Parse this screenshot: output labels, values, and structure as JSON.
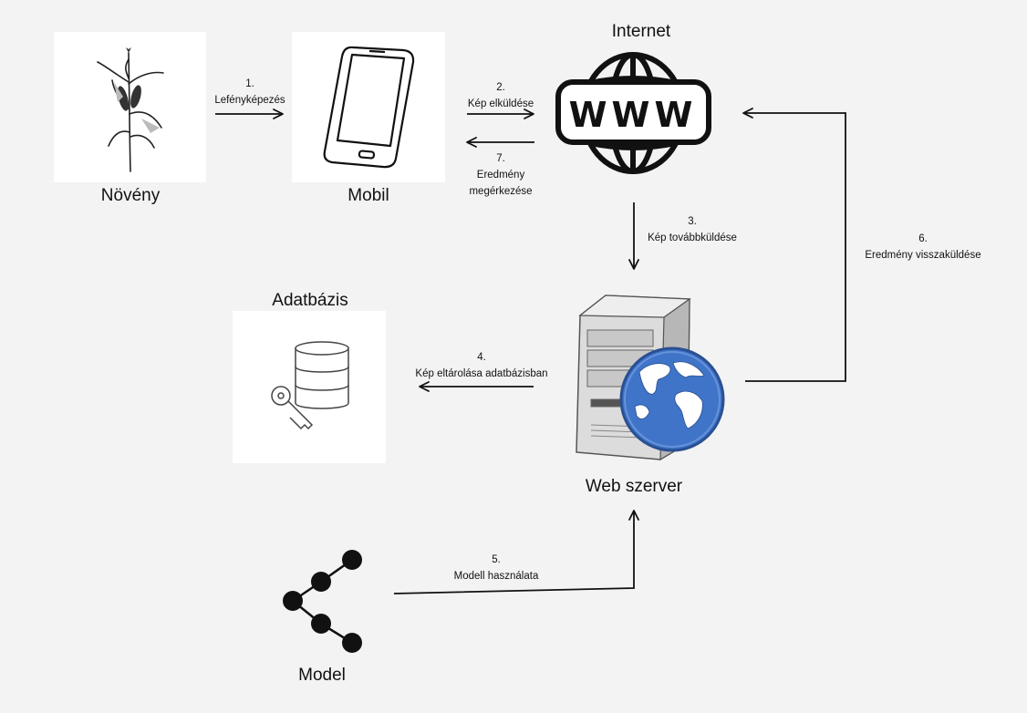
{
  "nodes": {
    "plant": "Növény",
    "mobile": "Mobil",
    "internet": "Internet",
    "database": "Adatbázis",
    "server": "Web szerver",
    "model": "Model"
  },
  "www_text": "WWW",
  "steps": [
    {
      "num": "1.",
      "label": "Lefényképezés"
    },
    {
      "num": "2.",
      "label": "Kép elküldése"
    },
    {
      "num": "3.",
      "label": "Kép továbbküldése"
    },
    {
      "num": "4.",
      "label": "Kép eltárolása adatbázisban"
    },
    {
      "num": "5.",
      "label": "Modell használata"
    },
    {
      "num": "6.",
      "label": "Eredmény visszaküldése"
    },
    {
      "num": "7.",
      "label": "Eredmény",
      "label2": "megérkezése"
    }
  ],
  "colors": {
    "background": "#f3f3f3",
    "card": "#ffffff",
    "line": "#111111",
    "globe": "#3f74c8"
  }
}
